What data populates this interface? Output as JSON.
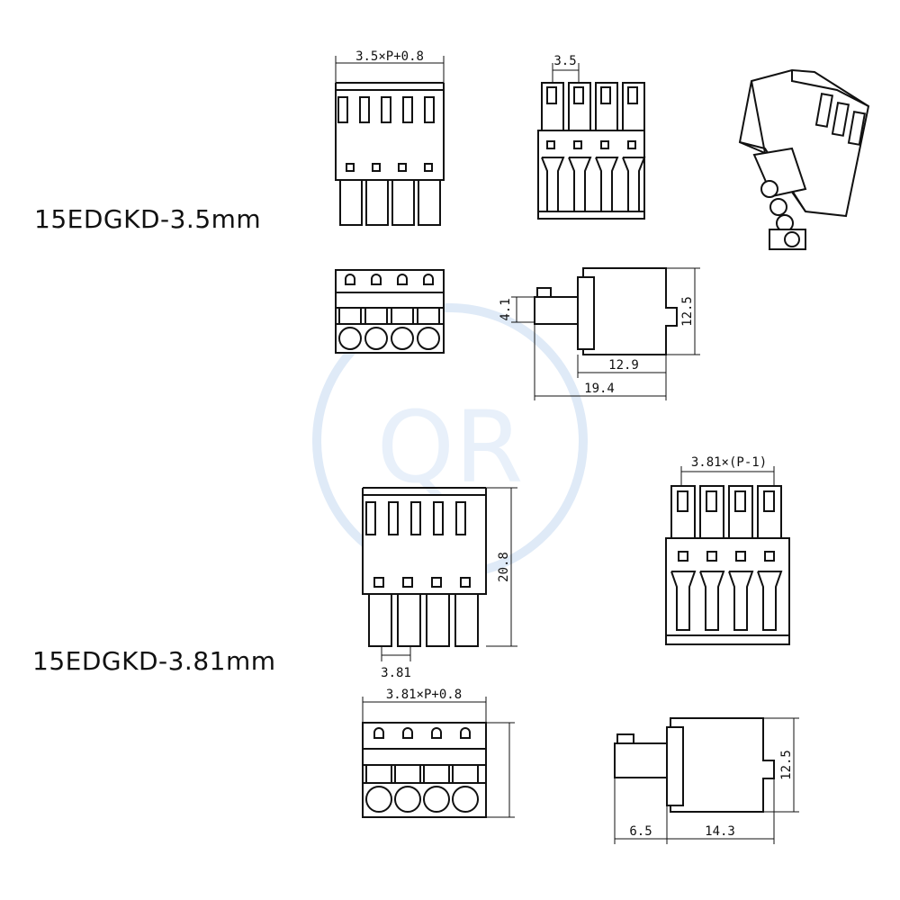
{
  "titles": {
    "model_35": "15EDGKD-3.5mm",
    "model_381": "15EDGKD-3.81mm"
  },
  "dims_35": {
    "width_formula": "3.5×P+0.8",
    "pitch": "3.5",
    "side_left": "4.1",
    "side_height": "12.5",
    "side_body": "12.9",
    "side_total": "19.4"
  },
  "dims_381": {
    "pitch_formula_top": "3.81×(P-1)",
    "height": "20.8",
    "pitch": "3.81",
    "width_formula": "3.81×P+0.8",
    "side_height": "12.5",
    "side_left": "6.5",
    "side_body": "14.3"
  },
  "watermark": "QR",
  "colors": {
    "line": "#111111",
    "watermark": "#dfeaf7"
  }
}
